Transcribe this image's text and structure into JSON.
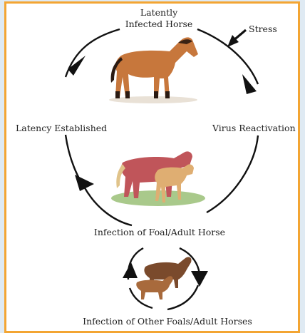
{
  "colors": {
    "frame_border": "#f3a533",
    "background": "#dfeaf3",
    "cycle_line": "#111111"
  },
  "labels": {
    "latent_line1": "Latently",
    "latent_line2": "Infected Horse",
    "stress": "Stress",
    "virus_reactivation": "Virus Reactivation",
    "latency_established": "Latency Established",
    "infection_foal_adult": "Infection of Foal/Adult Horse",
    "infection_other": "Infection of Other Foals/Adult Horses"
  },
  "icons": [
    "chestnut-horse",
    "mare-and-foal",
    "two-horses",
    "cycle-arrowhead",
    "stress-arrow"
  ]
}
